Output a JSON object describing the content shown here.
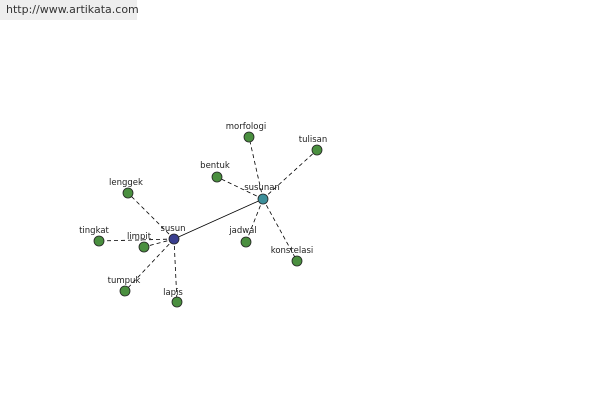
{
  "header": {
    "url": "http://www.artikata.com"
  },
  "graph": {
    "colors": {
      "root_node": "#3a3f8f",
      "hub_node": "#3d8f9a",
      "leaf_node": "#4a8f3f",
      "node_stroke": "#222222",
      "edge": "#000000"
    },
    "nodes": [
      {
        "id": "susun",
        "label": "susun",
        "kind": "root"
      },
      {
        "id": "susunan",
        "label": "susunan",
        "kind": "hub"
      },
      {
        "id": "morfologi",
        "label": "morfologi",
        "kind": "leaf"
      },
      {
        "id": "tulisan",
        "label": "tulisan",
        "kind": "leaf"
      },
      {
        "id": "bentuk",
        "label": "bentuk",
        "kind": "leaf"
      },
      {
        "id": "jadwal",
        "label": "jadwal",
        "kind": "leaf"
      },
      {
        "id": "konstelasi",
        "label": "konstelasi",
        "kind": "leaf"
      },
      {
        "id": "lenggek",
        "label": "lenggek",
        "kind": "leaf"
      },
      {
        "id": "tingkat",
        "label": "tingkat",
        "kind": "leaf"
      },
      {
        "id": "limpit",
        "label": "limpit",
        "kind": "leaf"
      },
      {
        "id": "tumpuk",
        "label": "tumpuk",
        "kind": "leaf"
      },
      {
        "id": "lapis",
        "label": "lapis",
        "kind": "leaf"
      }
    ],
    "edges": [
      {
        "from": "susun",
        "to": "susunan",
        "style": "solid"
      },
      {
        "from": "susunan",
        "to": "morfologi",
        "style": "dashed"
      },
      {
        "from": "susunan",
        "to": "tulisan",
        "style": "dashed"
      },
      {
        "from": "susunan",
        "to": "bentuk",
        "style": "dashed"
      },
      {
        "from": "susunan",
        "to": "jadwal",
        "style": "dashed"
      },
      {
        "from": "susunan",
        "to": "konstelasi",
        "style": "dashed"
      },
      {
        "from": "susun",
        "to": "lenggek",
        "style": "dashed"
      },
      {
        "from": "susun",
        "to": "tingkat",
        "style": "dashed"
      },
      {
        "from": "susun",
        "to": "limpit",
        "style": "dashed"
      },
      {
        "from": "susun",
        "to": "tumpuk",
        "style": "dashed"
      },
      {
        "from": "susun",
        "to": "lapis",
        "style": "dashed"
      }
    ]
  }
}
